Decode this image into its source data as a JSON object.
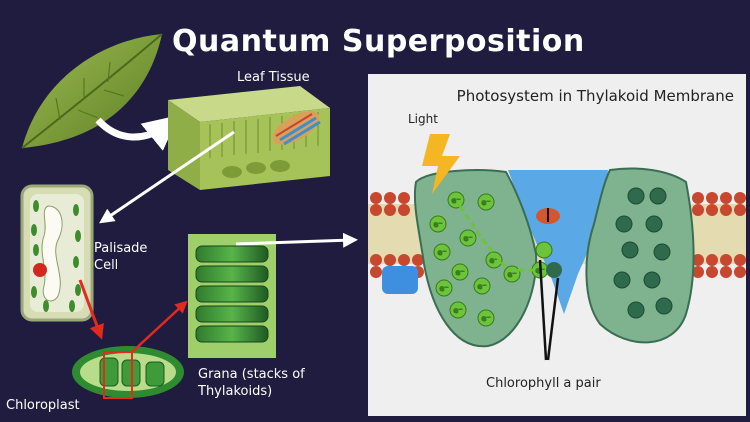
{
  "title": "Quantum Superposition",
  "labels": {
    "leaf_tissue": "Leaf Tissue",
    "palisade_cell": "Palisade Cell",
    "grana": "Grana (stacks of Thylakoids)",
    "chloroplast": "Chloroplast"
  },
  "panel": {
    "title": "Photosystem in Thylakoid Membrane",
    "light": "Light",
    "pair_label": "Chlorophyll a pair",
    "electron_symbol": "e⁻"
  },
  "colors": {
    "background": "#1f1c3f",
    "leaf": "#7fa13a",
    "membrane_head": "#c8472f",
    "protein": "#7fb38f",
    "lumen": "#5aa9e6",
    "electron": "#6bc43a",
    "arrow_red": "#e22a1f",
    "arrow_white": "#ffffff"
  }
}
